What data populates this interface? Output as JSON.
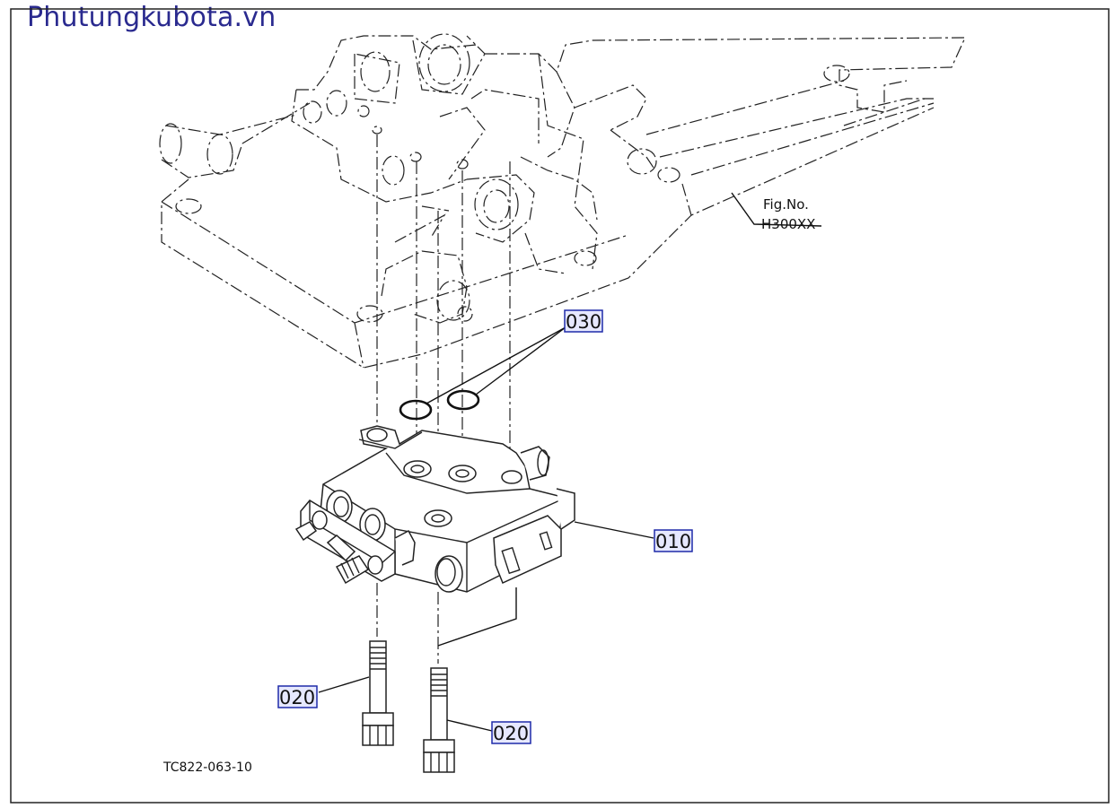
{
  "watermark": "Phutungkubota.vn",
  "fig_ref": {
    "line1": "Fig.No.",
    "line2": "H300XX"
  },
  "parts": [
    {
      "label": "030"
    },
    {
      "label": "010"
    },
    {
      "label": "020"
    },
    {
      "label": "020"
    }
  ],
  "drawing_code": "TC822-063-10"
}
